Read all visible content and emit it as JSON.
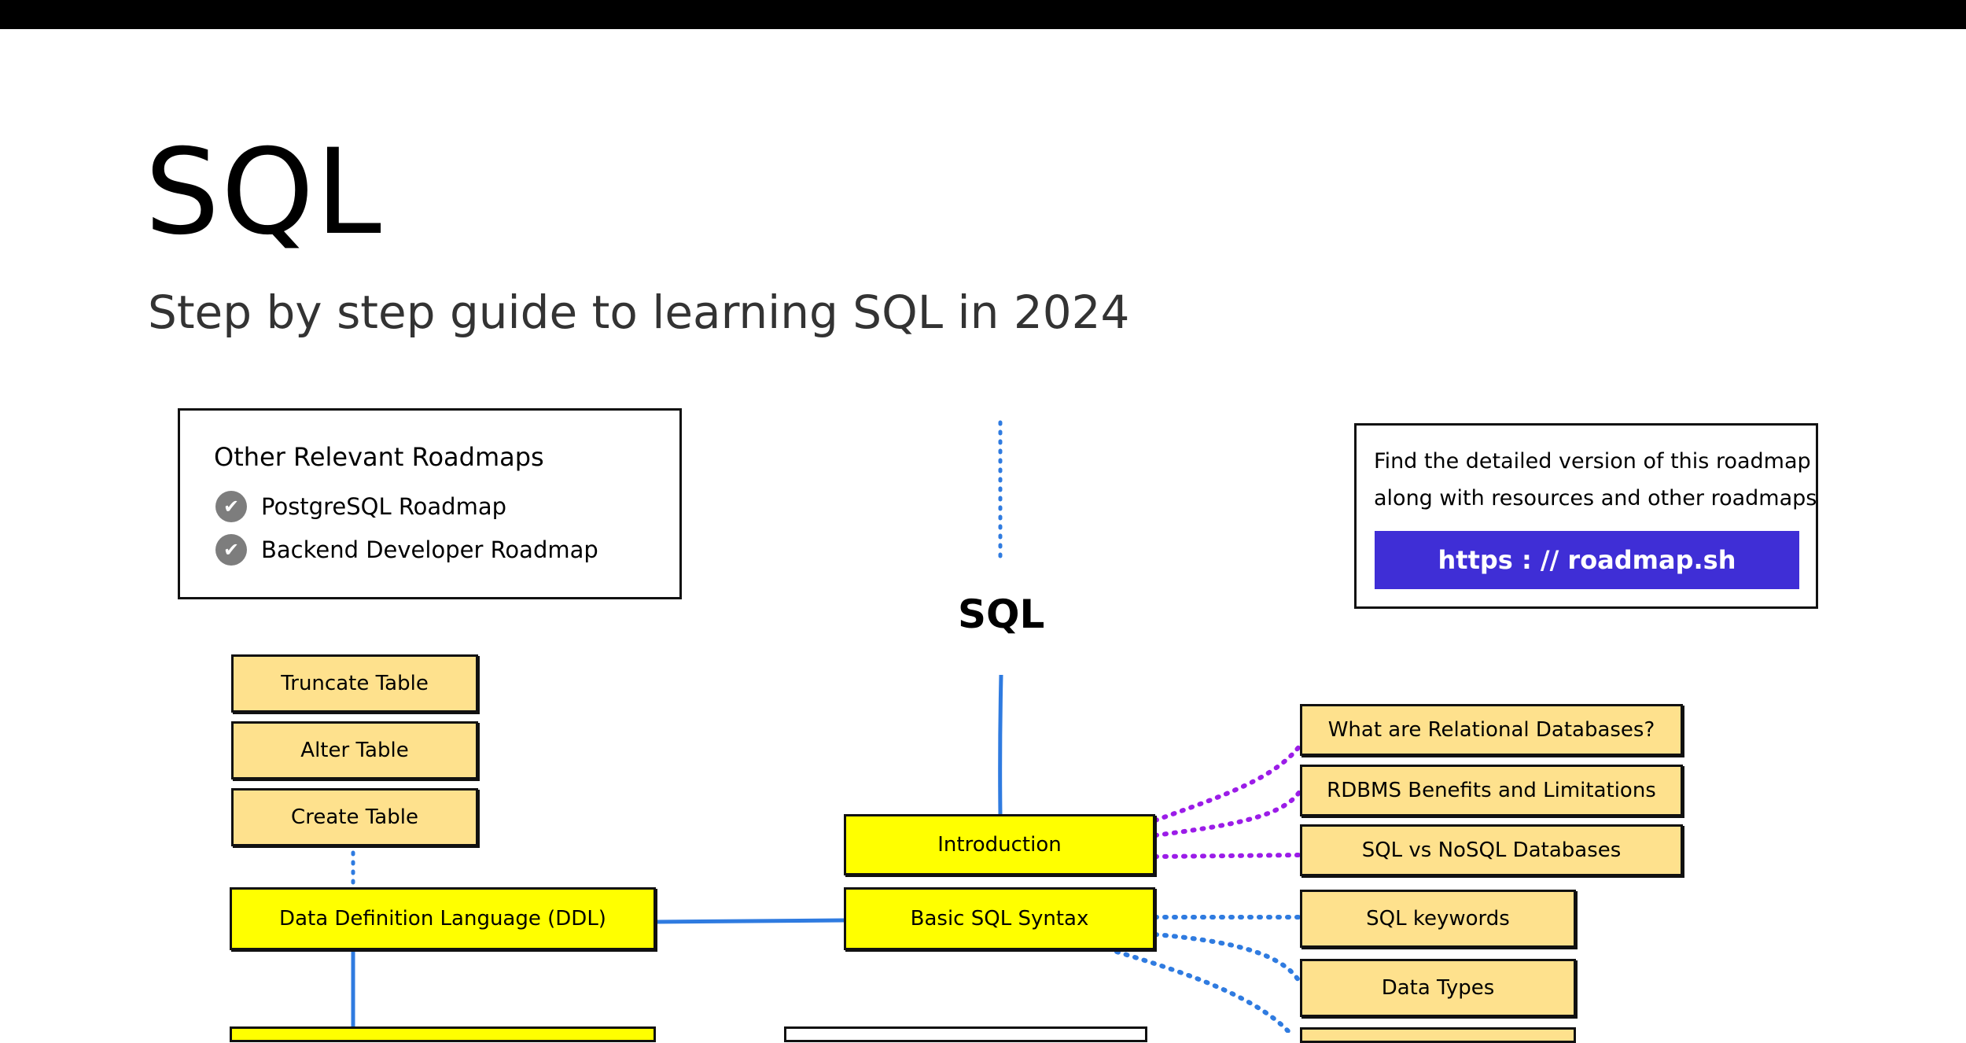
{
  "page": {
    "title": "SQL",
    "subtitle": "Step by step guide to learning SQL in 2024"
  },
  "relevant_roadmaps": {
    "heading": "Other Relevant Roadmaps",
    "items": [
      {
        "label": "PostgreSQL Roadmap",
        "icon": "check-circle-icon"
      },
      {
        "label": "Backend Developer Roadmap",
        "icon": "check-circle-icon"
      }
    ]
  },
  "detailed_version": {
    "line1": "Find the detailed version of this roadmap",
    "line2": "along with resources and other roadmaps",
    "link_label": "https : // roadmap.sh"
  },
  "roadmap": {
    "title": "SQL",
    "topics": {
      "ddl": "Data Definition Language (DDL)",
      "introduction": "Introduction",
      "basic_sql_syntax": "Basic SQL Syntax"
    },
    "ddl_subtopics": [
      "Truncate Table",
      "Alter Table",
      "Create Table"
    ],
    "introduction_subtopics": [
      "What are Relational Databases?",
      "RDBMS Benefits and Limitations",
      "SQL vs NoSQL Databases"
    ],
    "syntax_subtopics": [
      "SQL keywords",
      "Data Types"
    ]
  },
  "colors": {
    "topic": "#ffff00",
    "subtopic": "#fee18d",
    "link_button": "#3f2ed6",
    "connector_blue": "#2f7be0",
    "connector_purple": "#9b1ce8",
    "top_bar": "#000000"
  }
}
